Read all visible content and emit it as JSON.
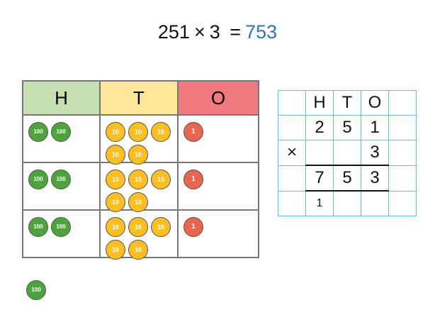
{
  "equation": {
    "a": "251",
    "op": "×",
    "b": "3",
    "eq": "=",
    "answer": "753"
  },
  "place_value_chart": {
    "headers": [
      "H",
      "T",
      "O"
    ],
    "header_colors": [
      "#c6e0b4",
      "#ffe699",
      "#f07a80"
    ],
    "rows": [
      {
        "hundreds": [
          "100",
          "100"
        ],
        "tens": [
          "10",
          "10",
          "10",
          "10",
          "10"
        ],
        "ones": [
          "1"
        ]
      },
      {
        "hundreds": [
          "100",
          "100"
        ],
        "tens": [
          "10",
          "10",
          "10",
          "10",
          "10"
        ],
        "ones": [
          "1"
        ]
      },
      {
        "hundreds": [
          "100",
          "100"
        ],
        "tens": [
          "10",
          "10",
          "10",
          "10",
          "10"
        ],
        "ones": [
          "1"
        ]
      }
    ],
    "exchanged": [
      "100"
    ]
  },
  "column_method": {
    "rows": [
      [
        "",
        "H",
        "T",
        "O",
        ""
      ],
      [
        "",
        "2",
        "5",
        "1",
        ""
      ],
      [
        "×",
        "",
        "",
        "3",
        ""
      ],
      [
        "",
        "7",
        "5",
        "3",
        ""
      ],
      [
        "",
        "1",
        "",
        "",
        ""
      ]
    ]
  }
}
